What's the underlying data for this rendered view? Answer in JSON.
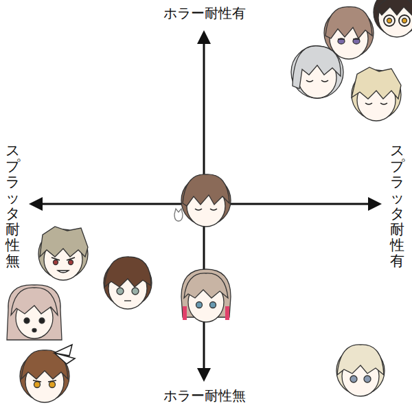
{
  "diagram": {
    "labels": [
      "ホラー耐性有",
      "ホラー耐性無",
      "スプラッタ耐性無",
      "スプラッタ耐性有"
    ]
  }
}
